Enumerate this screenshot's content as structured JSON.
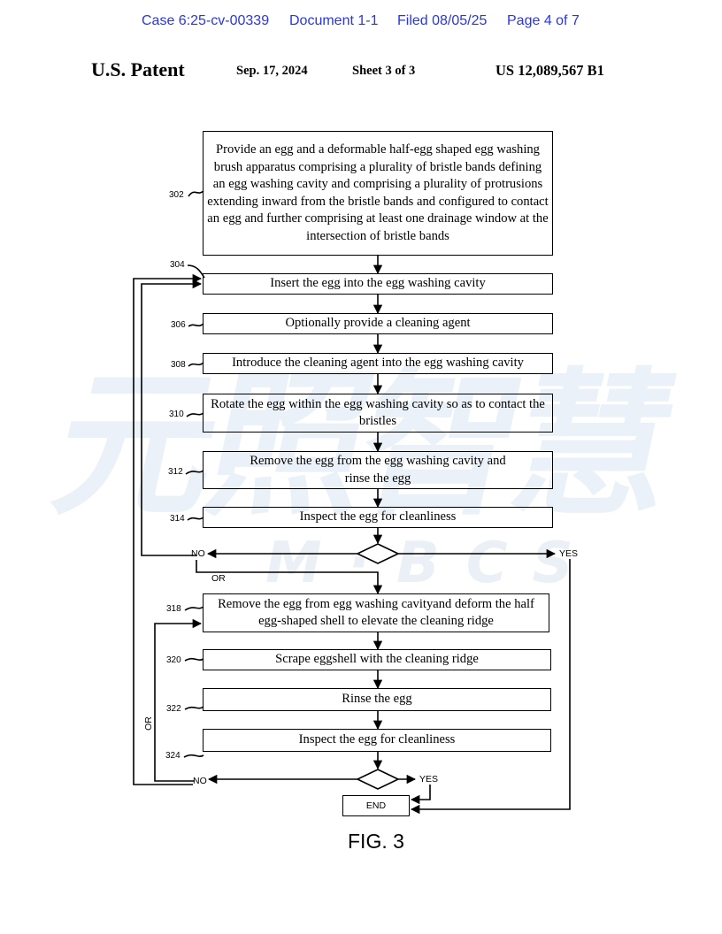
{
  "filing": {
    "case": "Case 6:25-cv-00339",
    "document": "Document 1-1",
    "filed": "Filed 08/05/25",
    "page": "Page 4 of 7"
  },
  "header": {
    "title": "U.S. Patent",
    "date": "Sep. 17, 2024",
    "sheet": "Sheet 3 of 3",
    "number": "US 12,089,567 B1"
  },
  "watermark": {
    "text": "元照智慧",
    "subtext": "M·BCS"
  },
  "flow": {
    "steps": [
      {
        "ref": "302",
        "text": "Provide an egg and a deformable half-egg shaped egg washing brush apparatus comprising a plurality of bristle bands defining an egg washing cavity and comprising a plurality of protrusions extending inward from the bristle bands and configured to contact an egg and further comprising at least one drainage window at the intersection of bristle bands"
      },
      {
        "ref": "304",
        "text": "Insert the egg into the egg washing cavity"
      },
      {
        "ref": "306",
        "text": "Optionally provide a cleaning agent"
      },
      {
        "ref": "308",
        "text": "Introduce the cleaning agent into the egg washing cavity"
      },
      {
        "ref": "310",
        "text": "Rotate the egg within the egg washing cavity so as to contact the bristles"
      },
      {
        "ref": "312",
        "text": "Remove the egg from the egg washing cavity and rinse the egg"
      },
      {
        "ref": "314",
        "text": "Inspect the egg for cleanliness"
      },
      {
        "ref": "318",
        "text": "Remove the egg from egg washing cavityand deform the half egg-shaped shell to elevate the cleaning ridge"
      },
      {
        "ref": "320",
        "text": "Scrape eggshell with the cleaning ridge"
      },
      {
        "ref": "322",
        "text": "Rinse the egg"
      },
      {
        "ref": "324",
        "text": "Inspect the egg for cleanliness"
      }
    ],
    "decision1": {
      "no": "NO",
      "yes": "YES",
      "or": "OR"
    },
    "decision2": {
      "no": "NO",
      "yes": "YES",
      "or": "OR"
    },
    "end": "END",
    "figure": "FIG. 3"
  }
}
